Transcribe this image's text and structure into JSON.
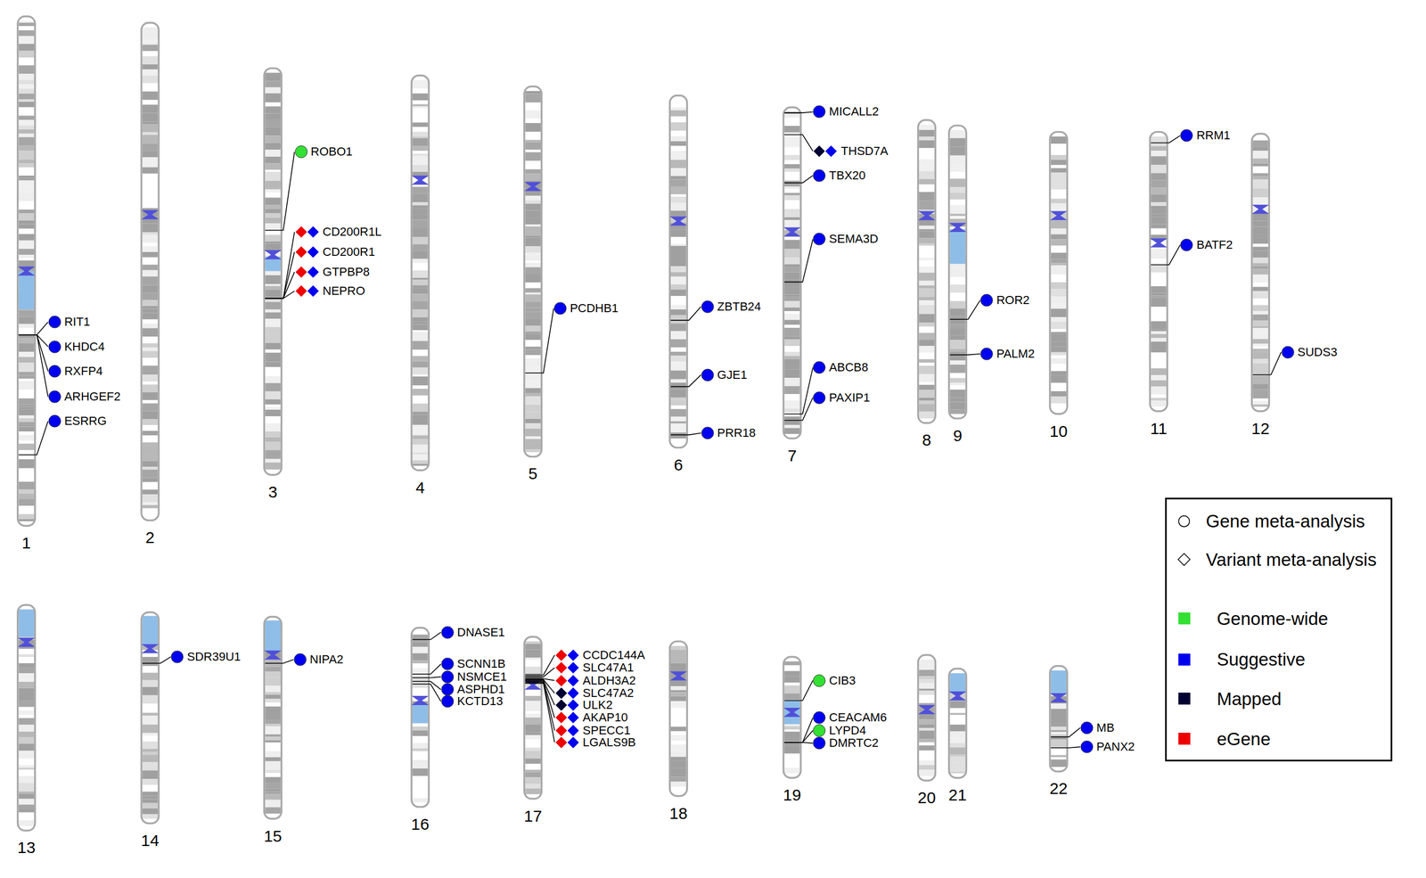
{
  "diagram": {
    "nodes": [
      {
        "text": [
          "RIT1"
        ]
      },
      {
        "text": [
          "KHDC4"
        ]
      },
      {
        "text": [
          "RXFP4"
        ]
      },
      {
        "text": [
          "ARHGEF2"
        ]
      },
      {
        "text": [
          "ESRRG"
        ]
      },
      {
        "text": [
          "ROBO1"
        ]
      },
      {
        "text": [
          "CD200R1L"
        ]
      },
      {
        "text": [
          "CD200R1"
        ]
      },
      {
        "text": [
          "GTPBP8"
        ]
      },
      {
        "text": [
          "NEPRO"
        ]
      },
      {
        "text": [
          "PCDHB1"
        ]
      },
      {
        "text": [
          "ZBTB24"
        ]
      },
      {
        "text": [
          "GJE1"
        ]
      },
      {
        "text": [
          "PRR18"
        ]
      },
      {
        "text": [
          "MICALL2"
        ]
      },
      {
        "text": [
          "THSD7A"
        ]
      },
      {
        "text": [
          "TBX20"
        ]
      },
      {
        "text": [
          "SEMA3D"
        ]
      },
      {
        "text": [
          "ABCB8"
        ]
      },
      {
        "text": [
          "PAXIP1"
        ]
      },
      {
        "text": [
          "ROR2"
        ]
      },
      {
        "text": [
          "PALM2"
        ]
      },
      {
        "text": [
          "RRM1"
        ]
      },
      {
        "text": [
          "BATF2"
        ]
      },
      {
        "text": [
          "SUDS3"
        ]
      },
      {
        "text": [
          "SDR39U1"
        ]
      },
      {
        "text": [
          "NIPA2"
        ]
      },
      {
        "text": [
          "DNASE1"
        ]
      },
      {
        "text": [
          "SCNN1B"
        ]
      },
      {
        "text": [
          "NSMCE1"
        ]
      },
      {
        "text": [
          "ASPHD1"
        ]
      },
      {
        "text": [
          "KCTD13"
        ]
      },
      {
        "text": [
          "CCDC144A"
        ]
      },
      {
        "text": [
          "SLC47A1"
        ]
      },
      {
        "text": [
          "ALDH3A2"
        ]
      },
      {
        "text": [
          "SLC47A2"
        ]
      },
      {
        "text": [
          "ULK2"
        ]
      },
      {
        "text": [
          "AKAP10"
        ]
      },
      {
        "text": [
          "SPECC1"
        ]
      },
      {
        "text": [
          "LGALS9B"
        ]
      },
      {
        "text": [
          "CIB3"
        ]
      },
      {
        "text": [
          "CEACAM6"
        ]
      },
      {
        "text": [
          "LYPD4"
        ]
      },
      {
        "text": [
          "DMRTC2"
        ]
      },
      {
        "text": [
          "MB"
        ]
      },
      {
        "text": [
          "PANX2"
        ]
      }
    ],
    "labels": [
      "1",
      "2",
      "3",
      "4",
      "5",
      "6",
      "7",
      "8",
      "9",
      "10",
      "11",
      "12",
      "13",
      "14",
      "15",
      "16",
      "17",
      "18",
      "19",
      "20",
      "21",
      "22"
    ],
    "legend": [
      {
        "text": "Gene meta-analysis"
      },
      {
        "text": "Variant meta-analysis"
      },
      {
        "text": "Genome-wide",
        "color": "#33e033"
      },
      {
        "text": "Suggestive",
        "color": "#0000ee"
      },
      {
        "text": "Mapped",
        "color": "#000033"
      },
      {
        "text": "eGene",
        "color": "#ee0000"
      }
    ]
  }
}
